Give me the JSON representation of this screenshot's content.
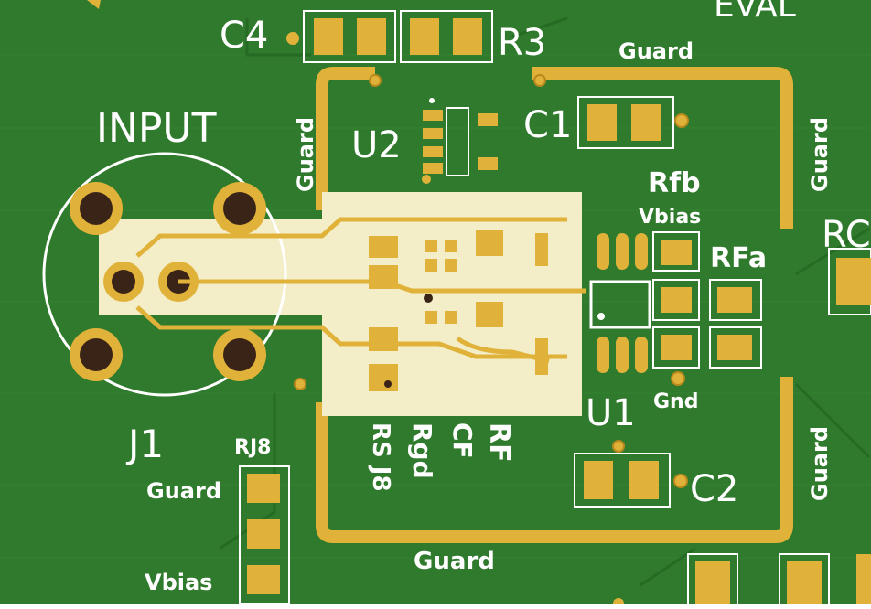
{
  "colors": {
    "soldermask": "#2f7a2c",
    "soldermask_dark": "#1f5a1f",
    "copper": "#e0b23a",
    "copper_dark": "#b8891c",
    "ptfe_area": "#f3eec8",
    "silkscreen": "#ffffff",
    "drill": "#3a2418"
  },
  "labels": {
    "input": "INPUT",
    "j1": "J1",
    "u2": "U2",
    "c4": "C4",
    "r3": "R3",
    "c1": "C1",
    "rfb": "Rfb",
    "vbias_top": "Vbias",
    "rfa": "RFa",
    "rc": "RC",
    "u1": "U1",
    "gnd": "Gnd",
    "c2": "C2",
    "rj8": "RJ8",
    "guard_left_header": "Guard",
    "vbias_left_header": "Vbias",
    "guard_top": "Guard",
    "guard_bottom": "Guard",
    "guard_left_vertical": "Guard",
    "guard_right_top": "Guard",
    "guard_right_bottom": "Guard",
    "rs_j8": "RS J8",
    "rgd": "Rgd",
    "cf": "CF",
    "rf": "RF",
    "top_right_partial": "EVAL"
  },
  "icons": {
    "connector": "sma-connector-icon",
    "ic_package": "ic-footprint-icon"
  }
}
